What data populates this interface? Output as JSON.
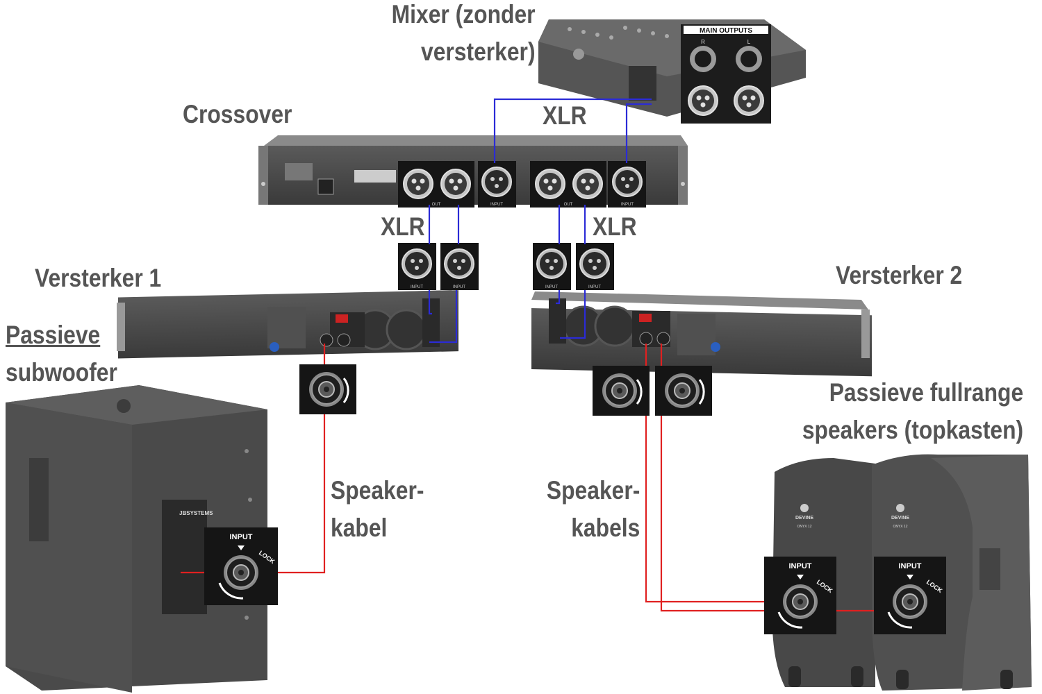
{
  "labels": {
    "mixer": [
      "Mixer (zonder",
      "versterker)"
    ],
    "crossover": "Crossover",
    "xlr_top": "XLR",
    "xlr_left": "XLR",
    "xlr_right": "XLR",
    "amp1": "Versterker 1",
    "amp2": "Versterker 2",
    "sub": [
      "Passieve",
      "subwoofer"
    ],
    "tops": [
      "Passieve fullrange",
      "speakers (topkasten)"
    ],
    "cable1": [
      "Speaker-",
      "kabel"
    ],
    "cable2": [
      "Speaker-",
      "kabels"
    ]
  },
  "panel_text": {
    "main_outputs": "MAIN OUTPUTS",
    "r": "R",
    "l": "L",
    "out": "OUT",
    "input": "INPUT",
    "lock": "LOCK",
    "devine": "DEVINE",
    "onyx": "ONYX 12",
    "jbsystems": "JBSYSTEMS"
  },
  "colors": {
    "xlr_cable": "#2b2bd6",
    "speaker_cable": "#e02020",
    "label_text": "#555555",
    "device_body": "#444444"
  }
}
